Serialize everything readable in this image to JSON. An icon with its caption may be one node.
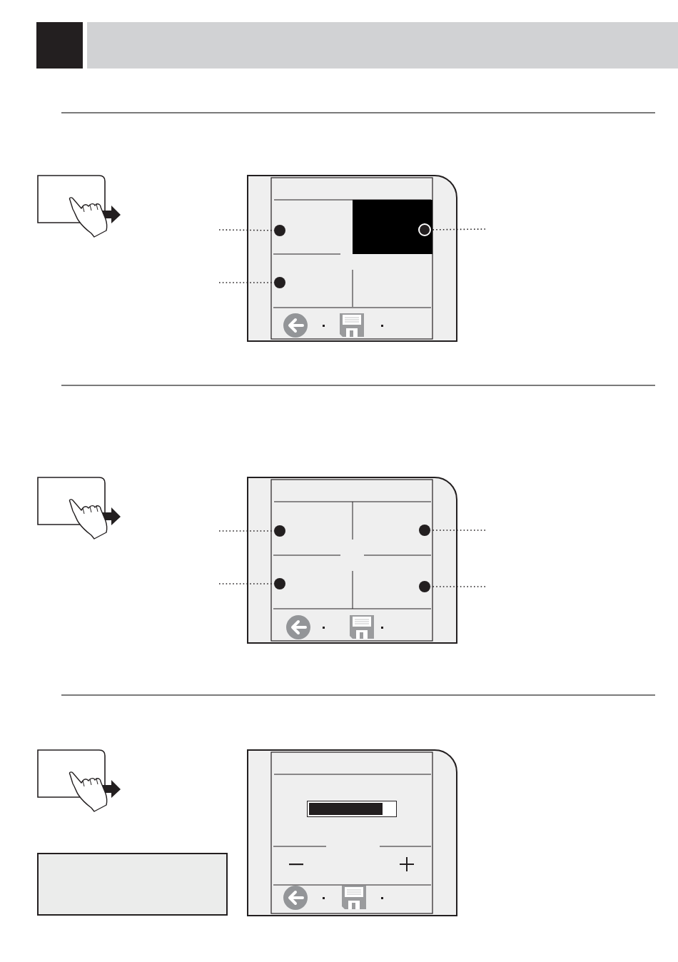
{
  "diagram": {
    "nodes": [
      {
        "text": [],
        "shape": "box"
      },
      {
        "text": [],
        "shape": "circle",
        "in": 0
      },
      {
        "text": [],
        "shape": "circle",
        "in": 0
      },
      {
        "text": [],
        "shape": "circle",
        "in": 0
      },
      {
        "text": [],
        "shape": "box"
      },
      {
        "text": [],
        "shape": "circle",
        "in": 4
      },
      {
        "text": [],
        "shape": "circle",
        "in": 4
      },
      {
        "text": [],
        "shape": "circle",
        "in": 4
      },
      {
        "text": [],
        "shape": "circle",
        "in": 4
      },
      {
        "text": [],
        "shape": "box"
      },
      {
        "text": [],
        "shape": "box"
      }
    ],
    "edges": [
      {
        "from": null,
        "to": 1,
        "arrow": "none",
        "style": "dashed"
      },
      {
        "from": null,
        "to": 2,
        "arrow": "none",
        "style": "dashed"
      },
      {
        "from": null,
        "to": 3,
        "arrow": "none",
        "style": "dashed"
      },
      {
        "from": null,
        "to": 5,
        "arrow": "none",
        "style": "dashed"
      },
      {
        "from": null,
        "to": 6,
        "arrow": "none",
        "style": "dashed"
      },
      {
        "from": null,
        "to": 7,
        "arrow": "none",
        "style": "dashed"
      },
      {
        "from": null,
        "to": 8,
        "arrow": "none",
        "style": "dashed"
      }
    ]
  }
}
